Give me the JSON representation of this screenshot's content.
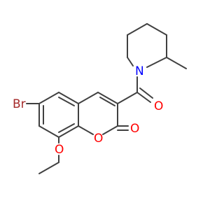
{
  "molecule": {
    "atoms": {
      "bromine": {
        "symbol": "Br",
        "color": "#a52a2a"
      },
      "methoxy_oxygen": {
        "symbol": "O",
        "color": "#ff0000"
      },
      "ring_oxygen": {
        "symbol": "O",
        "color": "#ff0000"
      },
      "lactone_carbonyl_oxygen": {
        "symbol": "O",
        "color": "#ff0000"
      },
      "amide_carbonyl_oxygen": {
        "symbol": "O",
        "color": "#ff0000"
      },
      "piperidine_nitrogen": {
        "symbol": "N",
        "color": "#0000ff"
      }
    },
    "bond_color": "#404040"
  }
}
